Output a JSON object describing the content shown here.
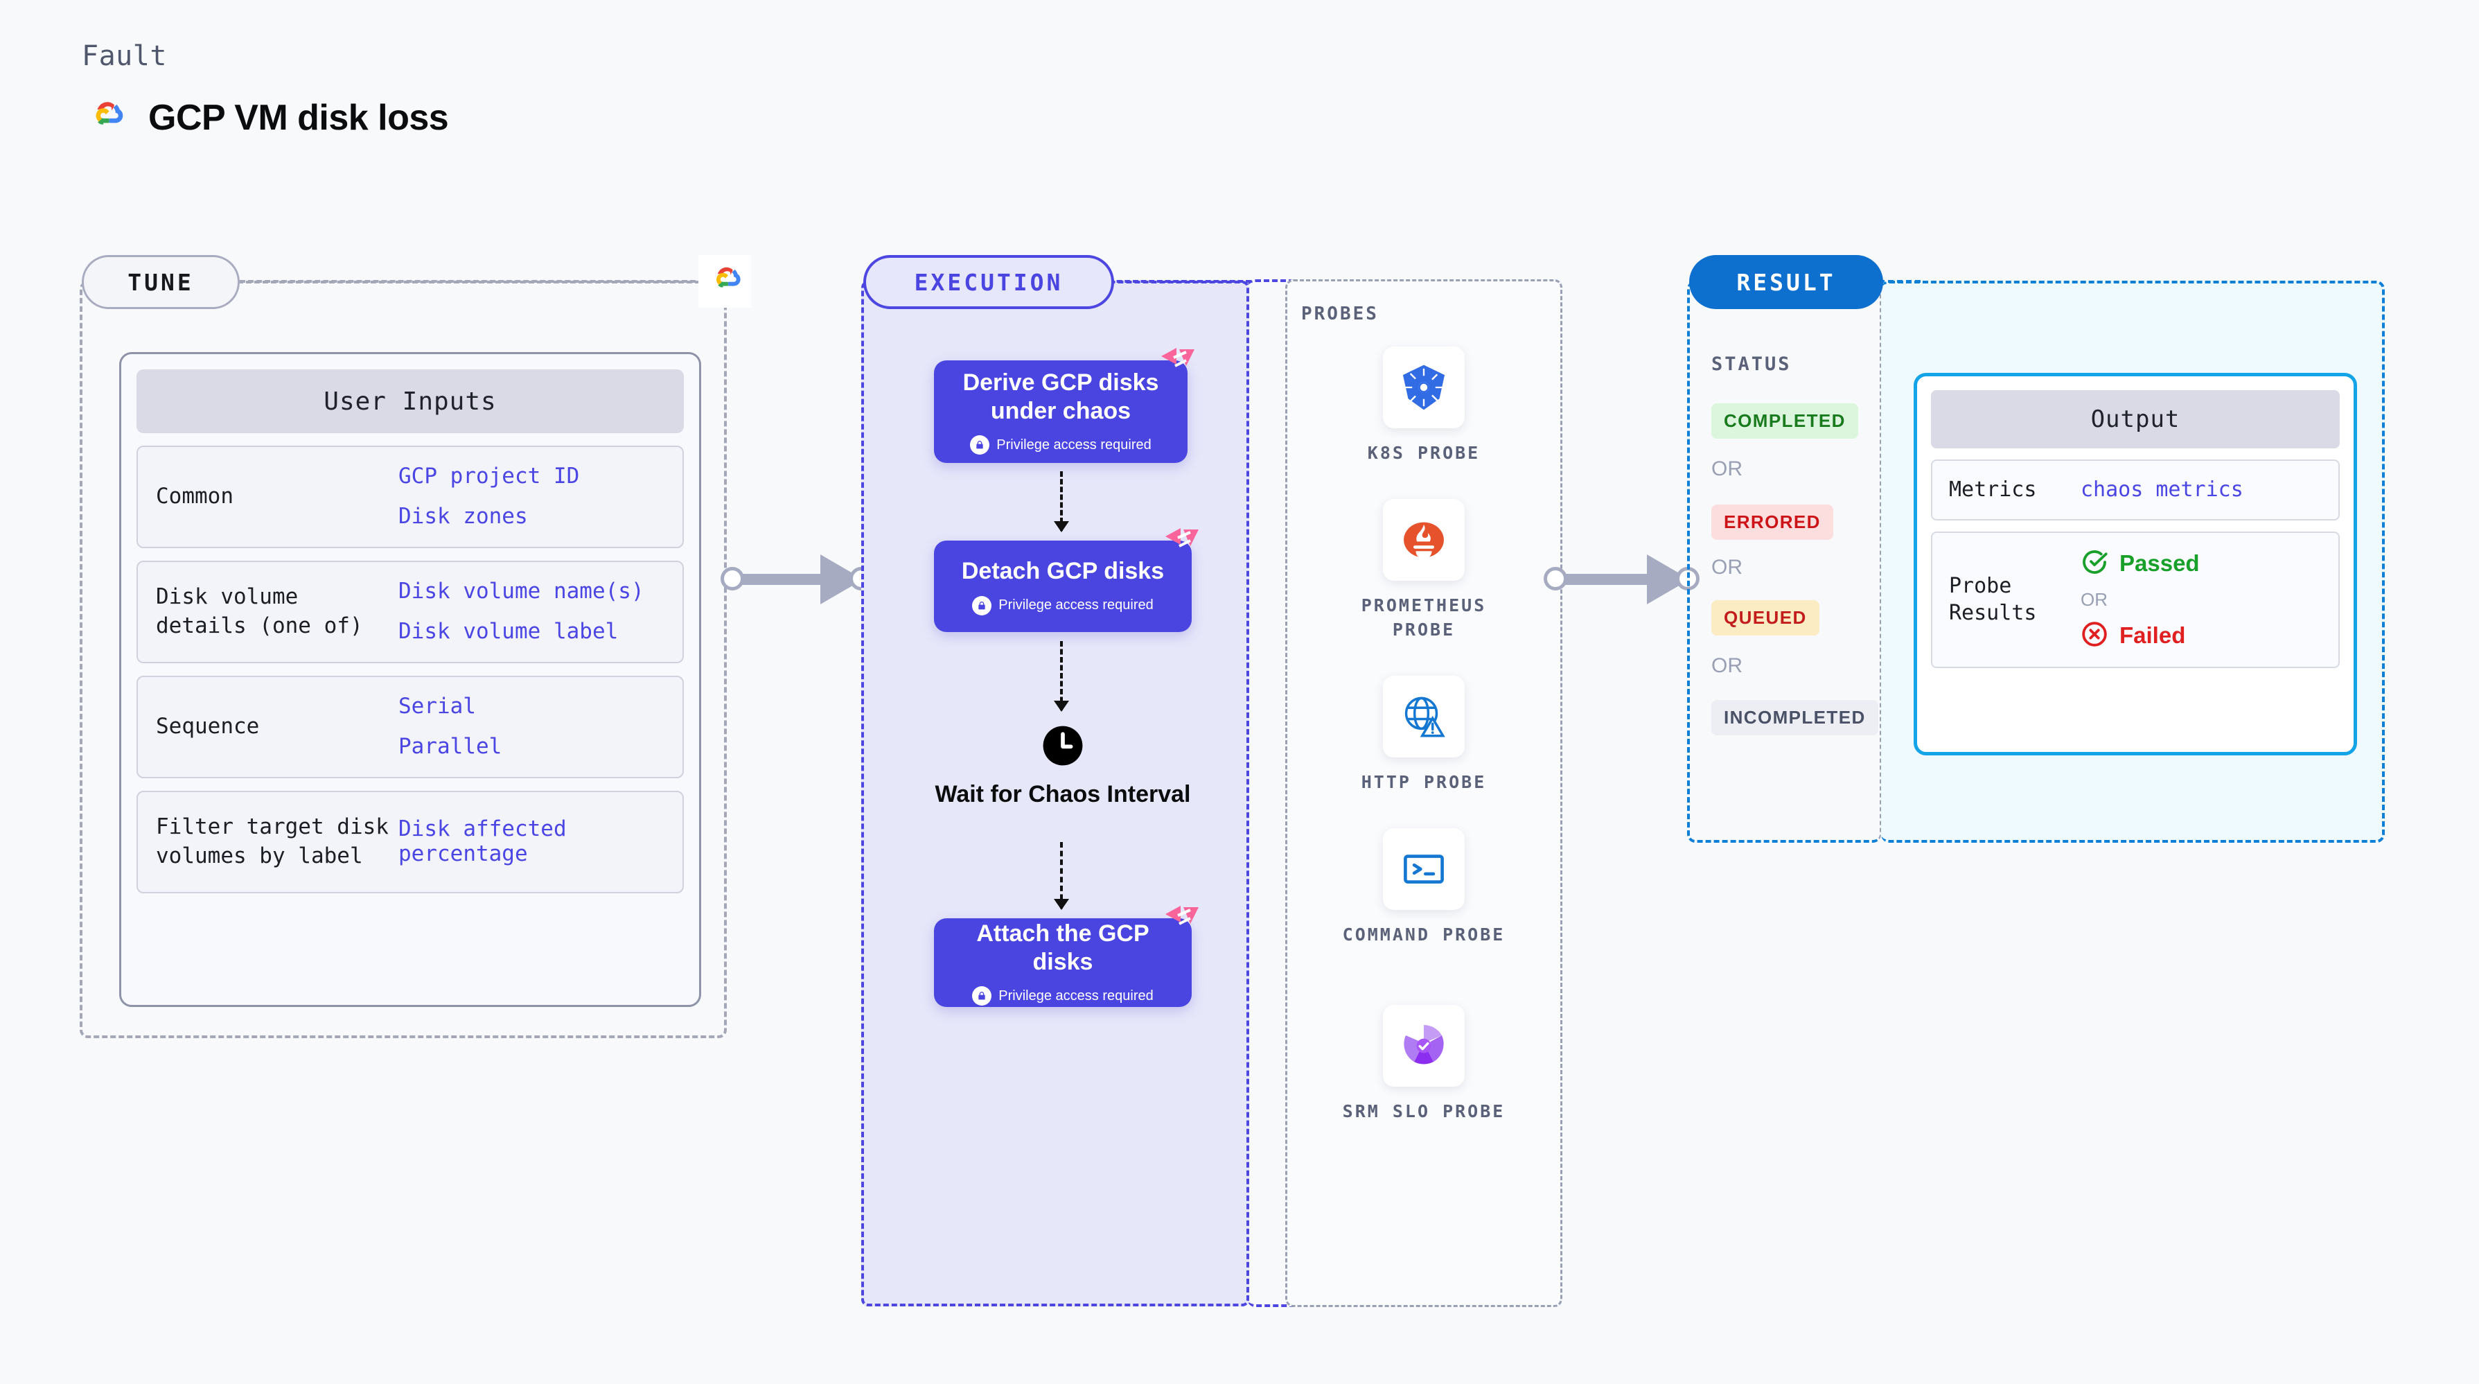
{
  "header": {
    "kicker": "Fault",
    "title": "GCP VM disk loss",
    "logo_icon": "gcp-logo-icon"
  },
  "tune": {
    "pill_label": "TUNE",
    "badge_icon": "gcp-logo-icon",
    "card": {
      "title": "User Inputs",
      "rows": [
        {
          "label": "Common",
          "values": [
            "GCP project ID",
            "Disk zones"
          ]
        },
        {
          "label": "Disk volume details (one of)",
          "values": [
            "Disk volume name(s)",
            "Disk volume label"
          ]
        },
        {
          "label": "Sequence",
          "values": [
            "Serial",
            "Parallel"
          ]
        },
        {
          "label": "Filter target disk volumes by label",
          "values": [
            "Disk affected percentage"
          ]
        }
      ]
    }
  },
  "execution": {
    "pill_label": "EXECUTION",
    "nodes": [
      {
        "title": "Derive GCP disks under chaos",
        "subtitle": "Privilege access required",
        "badge_icon": "harness-flag-icon",
        "lock_icon": "lock-icon"
      },
      {
        "title": "Detach GCP disks",
        "subtitle": "Privilege access required",
        "badge_icon": "harness-flag-icon",
        "lock_icon": "lock-icon"
      },
      {
        "title": "Attach the GCP disks",
        "subtitle": "Privilege access required",
        "badge_icon": "harness-flag-icon",
        "lock_icon": "lock-icon"
      }
    ],
    "wait": {
      "label": "Wait for Chaos Interval",
      "icon": "clock-icon"
    }
  },
  "probes": {
    "title": "PROBES",
    "items": [
      {
        "label": "K8S PROBE",
        "icon": "kubernetes-icon"
      },
      {
        "label": "PROMETHEUS PROBE",
        "icon": "prometheus-icon"
      },
      {
        "label": "HTTP PROBE",
        "icon": "http-globe-warning-icon"
      },
      {
        "label": "COMMAND PROBE",
        "icon": "terminal-icon"
      },
      {
        "label": "SRM SLO PROBE",
        "icon": "srm-slo-icon"
      }
    ]
  },
  "result": {
    "pill_label": "RESULT",
    "status_title": "STATUS",
    "or_label": "OR",
    "statuses": [
      {
        "label": "COMPLETED",
        "bg": "#dcf5dd",
        "fg": "#1a7a1e"
      },
      {
        "label": "ERRORED",
        "bg": "#fcdedf",
        "fg": "#cc1418"
      },
      {
        "label": "QUEUED",
        "bg": "#fcecc4",
        "fg": "#c21c1c"
      },
      {
        "label": "INCOMPLETED",
        "bg": "#edeef4",
        "fg": "#4a5066"
      }
    ],
    "output": {
      "title": "Output",
      "metrics_label": "Metrics",
      "metrics_value": "chaos metrics",
      "probe_results_label": "Probe Results",
      "passed_label": "Passed",
      "failed_label": "Failed",
      "or_label": "OR",
      "passed_icon": "check-circle-icon",
      "failed_icon": "x-circle-icon"
    }
  },
  "connectors": {
    "tune_to_execution_icon": "arrow-right-icon",
    "execution_to_result_icon": "arrow-right-icon"
  },
  "colors": {
    "accent_indigo": "#4a44e0",
    "accent_blue": "#0d7fd6",
    "accent_cyan": "#13a4e8",
    "pink": "#f9659b",
    "page_bg": "#f8f9fb"
  }
}
